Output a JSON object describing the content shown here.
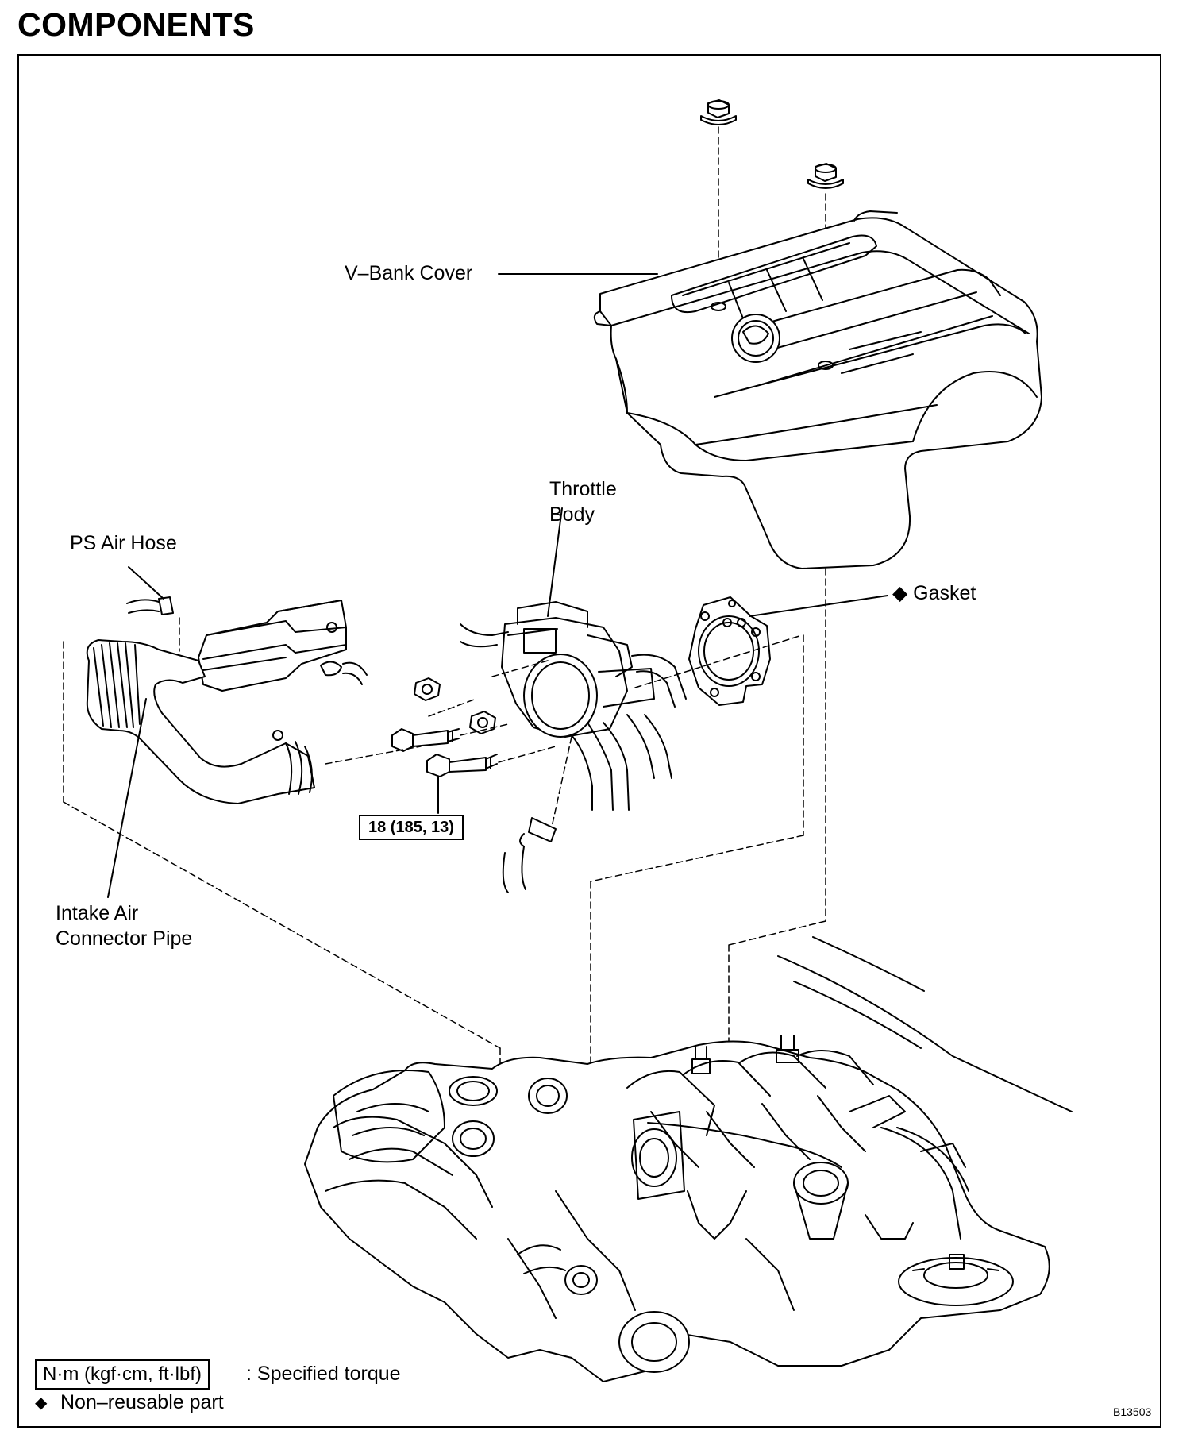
{
  "page": {
    "title": "COMPONENTS"
  },
  "labels": {
    "v_bank_cover": "V–Bank Cover",
    "throttle_body_line1": "Throttle",
    "throttle_body_line2": "Body",
    "ps_air_hose": "PS Air Hose",
    "gasket": "◆ Gasket",
    "intake_air_line1": "Intake Air",
    "intake_air_line2": "Connector Pipe"
  },
  "torque_spec": {
    "value": "18 (185, 13)"
  },
  "legend": {
    "torque_units": "N·m (kgf·cm, ft·lbf)",
    "torque_desc": ": Specified torque",
    "non_reusable_mark": "◆",
    "non_reusable_desc": "Non–reusable part"
  },
  "figure_id": "B13503",
  "colors": {
    "ink": "#000000",
    "paper": "#ffffff"
  }
}
